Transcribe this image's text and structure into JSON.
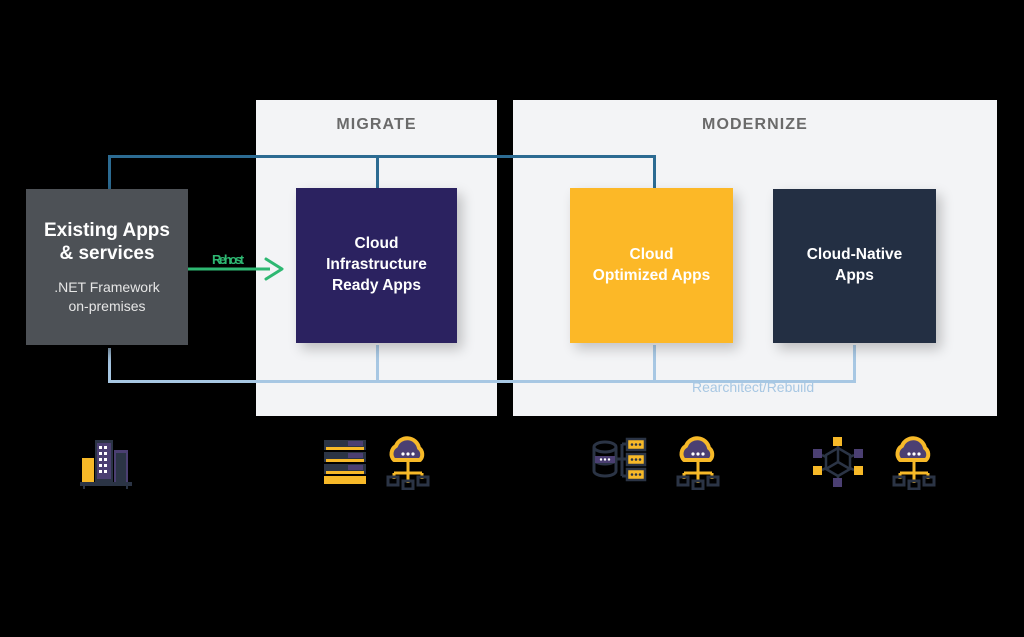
{
  "panels": [
    {
      "id": "migrate",
      "title": "MIGRATE"
    },
    {
      "id": "modernize",
      "title": "MODERNIZE"
    }
  ],
  "boxes": {
    "existing": {
      "title_line1": "Existing Apps",
      "title_line2": "& services",
      "sub_line1": ".NET Framework",
      "sub_line2": "on-premises",
      "color": "#4d5156"
    },
    "cloud_infra_ready": {
      "line1": "Cloud",
      "line2": "Infrastructure",
      "line3": "Ready Apps",
      "color": "#2b2260"
    },
    "cloud_optimized": {
      "line1": "Cloud",
      "line2": "Optimized Apps",
      "color": "#fcb827"
    },
    "cloud_native": {
      "line1": "Cloud-Native",
      "line2": "Apps",
      "color": "#232f43"
    }
  },
  "connectors": {
    "rehost_label": "Rehost",
    "rehost_color": "#2eb872",
    "rearchitect_label": "Rearchitect/Rebuild",
    "top_line_color": "#2c6b92",
    "bottom_line_color": "#a7c7e3"
  },
  "icons": [
    {
      "name": "on-premises-building-icon"
    },
    {
      "name": "server-rack-icon"
    },
    {
      "name": "cloud-network-icon"
    },
    {
      "name": "database-server-icon"
    },
    {
      "name": "cloud-network-icon"
    },
    {
      "name": "microservices-mesh-icon"
    },
    {
      "name": "cloud-network-icon"
    }
  ],
  "palette": {
    "panel_background": "#f3f4f6",
    "stage_background": "#000000",
    "icon_dark": "#2b3445",
    "icon_purple": "#4b3f72",
    "icon_yellow": "#f7b928"
  }
}
